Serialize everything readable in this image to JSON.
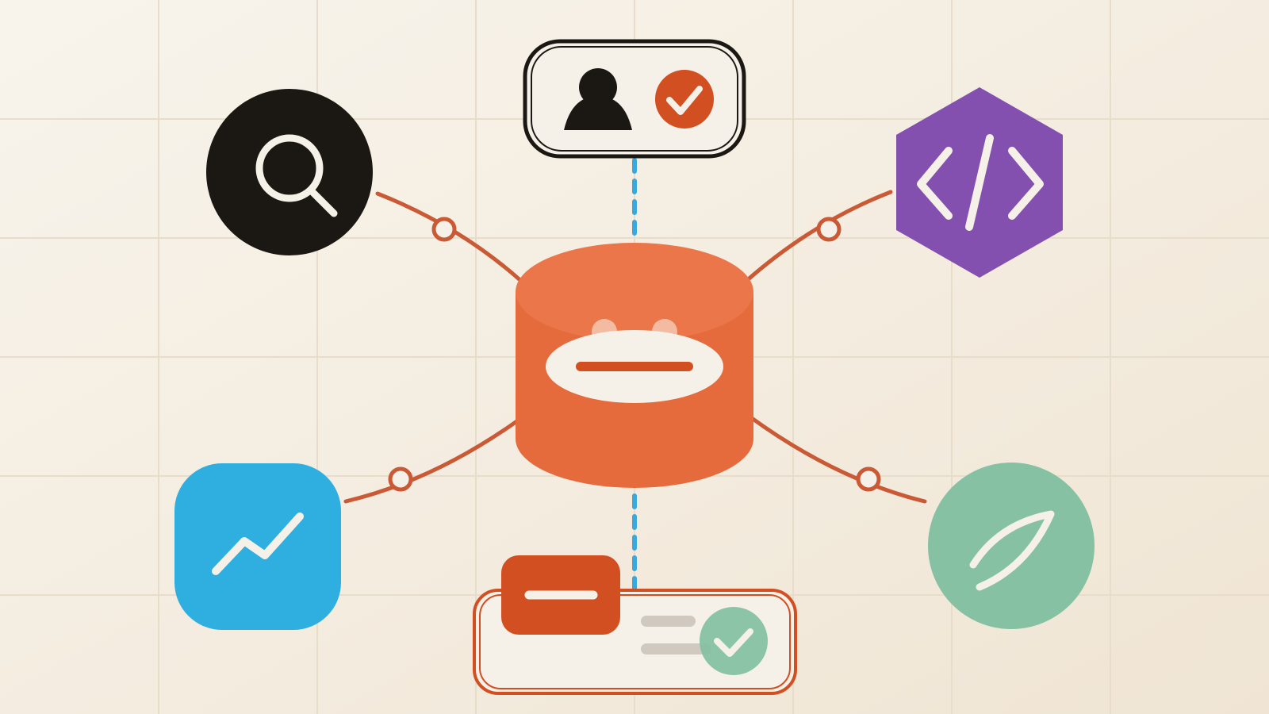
{
  "colors": {
    "background_start": "#f8f4ec",
    "background_end": "#f0e5d4",
    "grid": "#e8dccb",
    "connector": "#c95a35",
    "hub_orange": "#e56a3c",
    "hub_top": "#ea7649",
    "accent_orange": "#d24f22",
    "dark": "#1b1813",
    "purple": "#8350b0",
    "blue": "#2eafe0",
    "green": "#86c1a3",
    "cream": "#f6f1e8",
    "dashed_blue": "#39a8dc",
    "placeholder_gray": "#cfc9c0"
  },
  "diagram": {
    "hub": {
      "name": "central-database",
      "icon": "database-cylinder-icon"
    },
    "satellites": [
      {
        "name": "search-node",
        "icon": "magnifier-icon",
        "shape": "circle",
        "color": "dark"
      },
      {
        "name": "code-node",
        "icon": "code-brackets-icon",
        "shape": "hexagon",
        "color": "purple"
      },
      {
        "name": "analytics-node",
        "icon": "trend-line-icon",
        "shape": "rounded-square",
        "color": "blue"
      },
      {
        "name": "eco-node",
        "icon": "leaf-icon",
        "shape": "circle",
        "color": "green"
      }
    ],
    "cards": [
      {
        "name": "user-verified-card",
        "icons": [
          "person-icon",
          "check-badge-icon"
        ]
      },
      {
        "name": "approval-card",
        "icons": [
          "minus-label-icon",
          "check-badge-icon"
        ]
      }
    ]
  }
}
